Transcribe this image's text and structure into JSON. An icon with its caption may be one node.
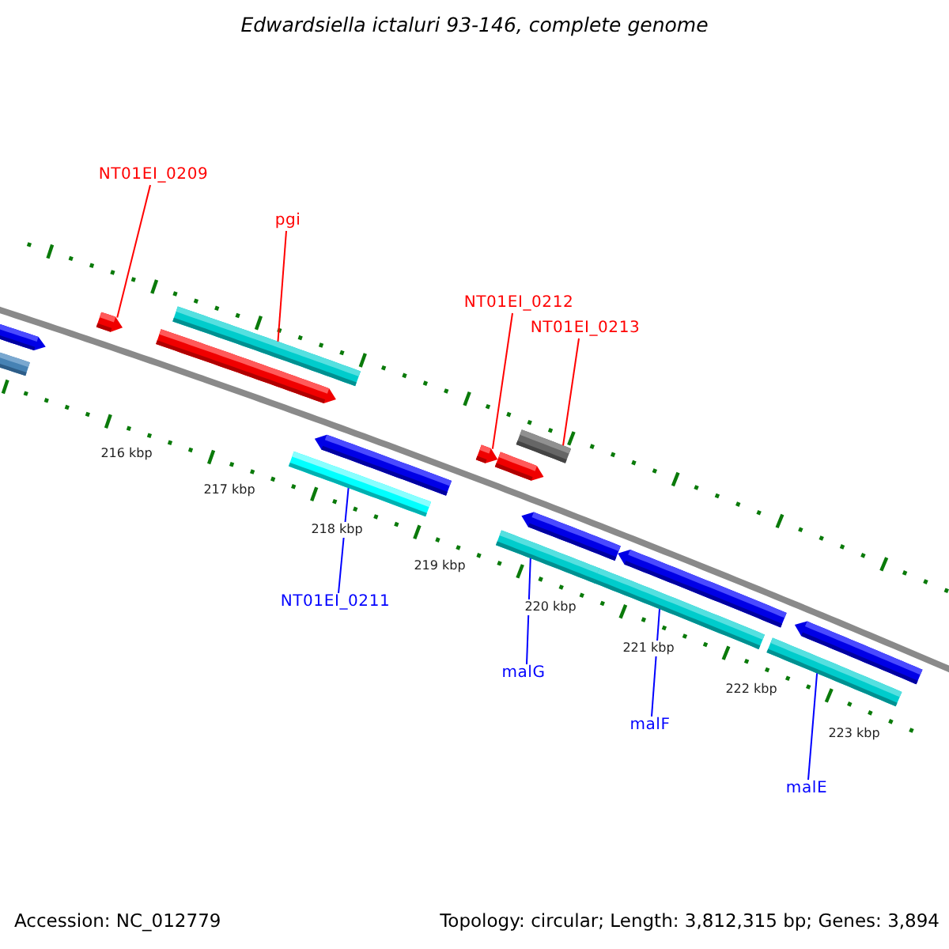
{
  "diagram": {
    "title": "Edwardsiella ictaluri 93-146, complete genome",
    "nodes": [
      {
        "text": [
          "NT01EI_0209"
        ]
      },
      {
        "text": [
          "pgi"
        ]
      },
      {
        "text": [
          "NT01EI_0212"
        ]
      },
      {
        "text": [
          "NT01EI_0213"
        ]
      },
      {
        "text": [
          "NT01EI_0211"
        ]
      },
      {
        "text": [
          "malG"
        ]
      },
      {
        "text": [
          "malF"
        ]
      },
      {
        "text": [
          "malE"
        ]
      },
      {
        "text": [],
        "shape": "pentagon"
      },
      {
        "text": [],
        "shape": "bar"
      },
      {
        "text": [],
        "shape": "pentagon"
      },
      {
        "text": [],
        "shape": "pentagon"
      },
      {
        "text": [],
        "shape": "bar"
      },
      {
        "text": [],
        "shape": "bar"
      },
      {
        "text": [],
        "shape": "pentagon"
      },
      {
        "text": [],
        "shape": "pentagon"
      },
      {
        "text": [],
        "shape": "pentagon"
      },
      {
        "text": [],
        "shape": "bar"
      },
      {
        "text": [],
        "shape": "bar"
      },
      {
        "text": [],
        "shape": "pentagon"
      },
      {
        "text": [],
        "shape": "bar"
      },
      {
        "text": [],
        "shape": "pentagon"
      },
      {
        "text": [],
        "shape": "bar"
      },
      {
        "text": [],
        "shape": "pentagon"
      }
    ],
    "edges": [
      {
        "from": 0,
        "to": 10,
        "arrow": "none",
        "color": "#ff0000"
      },
      {
        "from": 1,
        "to": 12,
        "arrow": "none",
        "color": "#ff0000"
      },
      {
        "from": 2,
        "to": 15,
        "arrow": "none",
        "color": "#ff0000"
      },
      {
        "from": 3,
        "to": 17,
        "arrow": "none",
        "color": "#ff0000"
      },
      {
        "from": 4,
        "to": 13,
        "arrow": "none",
        "color": "#0000ff"
      },
      {
        "from": 5,
        "to": 18,
        "arrow": "none",
        "color": "#0000ff"
      },
      {
        "from": 6,
        "to": 20,
        "arrow": "none",
        "color": "#0000ff"
      },
      {
        "from": 7,
        "to": 22,
        "arrow": "none",
        "color": "#0000ff"
      }
    ],
    "labels": [
      "216 kbp",
      "217 kbp",
      "218 kbp",
      "219 kbp",
      "220 kbp",
      "221 kbp",
      "222 kbp",
      "223 kbp",
      "Accession: NC_012779",
      "Topology: circular; Length: 3,812,315 bp; Genes: 3,894"
    ]
  }
}
